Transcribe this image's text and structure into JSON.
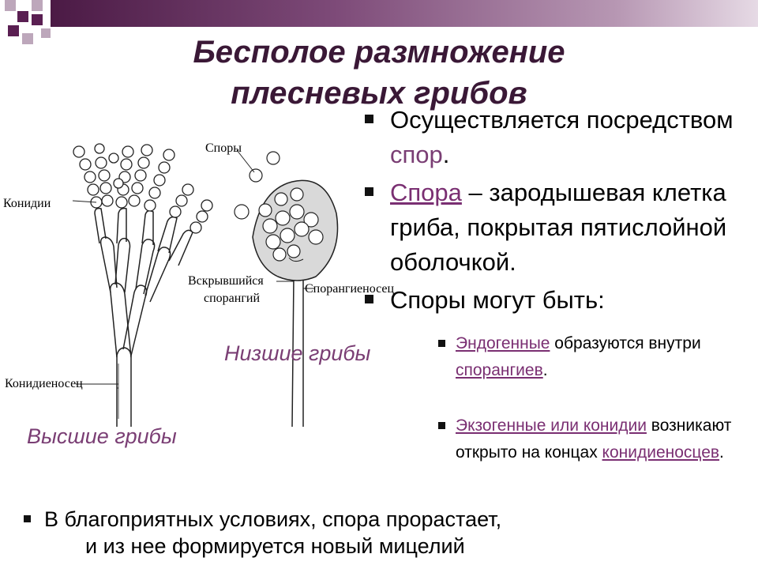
{
  "slide": {
    "title_line1": "Бесполое размножение",
    "title_line2": "плесневых грибов",
    "bullets": {
      "b1_text": "Осуществляется посредством ",
      "b1_accent": "спор",
      "b1_end": ".",
      "b2_link": "Спора",
      "b2_text": " – зародышевая клетка гриба, покрытая пятислойной оболочкой.",
      "b3_text": "Споры могут быть:"
    },
    "sub_bullets": {
      "s1_link": "Эндогенные",
      "s1_text": " образуются внутри ",
      "s1_link2": "спорангиев",
      "s1_end": ".",
      "s2_link": "Экзогенные или конидии",
      "s2_text": " возникают открыто на концах ",
      "s2_link2": "конидиеносцев",
      "s2_end": "."
    },
    "bottom": {
      "line1": "В благоприятных условиях, спора прорастает,",
      "line2": "и из нее формируется новый мицелий"
    },
    "labels": {
      "lower_fungi": "Низшие грибы",
      "higher_fungi": "Высшие грибы"
    },
    "diagram": {
      "conidia": "Конидии",
      "conidiophore": "Конидиеносец",
      "spores": "Споры",
      "opened_sporangium_1": "Вскрывшийся",
      "opened_sporangium_2": "спорангий",
      "sporangiophore": "Спорангиеносец"
    },
    "colors": {
      "title": "#3a1836",
      "accent": "#7a3e74",
      "bar_dark": "#4b1a45"
    }
  }
}
